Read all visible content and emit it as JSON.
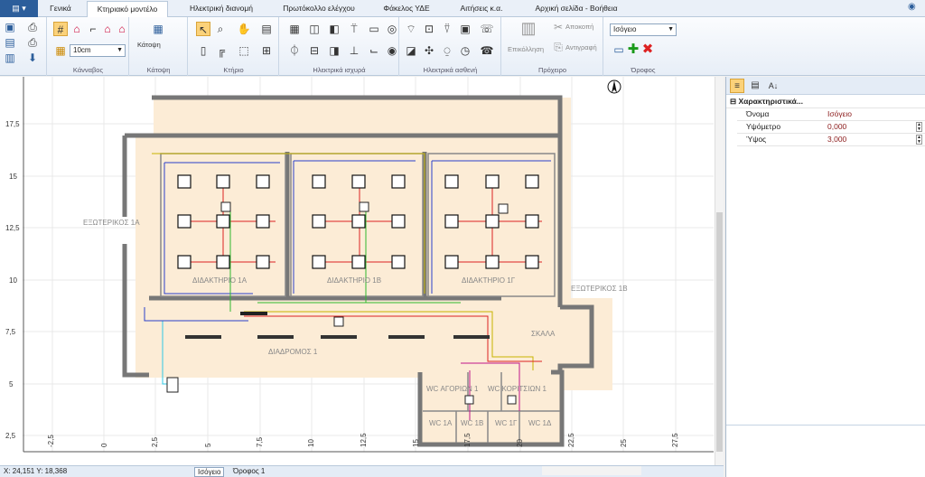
{
  "menubar": {
    "tabs": [
      "Γενικά",
      "Κτηριακό μοντέλο",
      "Ηλεκτρική διανομή",
      "Πρωτόκολλο ελέγχου",
      "Φάκελος ΥΔΕ",
      "Αιτήσεις κ.α.",
      "Αρχική σελίδα - Βοήθεια"
    ],
    "active_tab": "Κτηριακό μοντέλο"
  },
  "ribbon": {
    "canvas_group": "Κάνναβος",
    "grid_size": "10cm",
    "floorplan_label": "Κάτοψη",
    "floorplan_group": "Κάτοψη",
    "building_group": "Κτήριο",
    "power_group": "Ηλεκτρικά ισχυρά",
    "weak_group": "Ηλεκτρικά ασθενή",
    "clipboard_group": "Πρόχειρο",
    "paste_label": "Επικόλληση",
    "cut_label": "Αποκοπή",
    "copy_label": "Αντιγραφή",
    "floor_group": "Όροφος",
    "floor_select": "Ισόγειο"
  },
  "drawing": {
    "y_ticks": [
      "17,5",
      "15",
      "12,5",
      "10",
      "7,5",
      "5",
      "2,5"
    ],
    "x_ticks": [
      "-2,5",
      "0",
      "2,5",
      "5",
      "7,5",
      "10",
      "12,5",
      "15",
      "17,5",
      "20",
      "22,5",
      "25",
      "27,5"
    ],
    "rooms": {
      "ext_1a": "ΕΞΩΤΕΡΙΚΟΣ 1Α",
      "ext_1b": "ΕΞΩΤΕΡΙΚΟΣ 1Β",
      "lab_1a": "ΔΙΔΑΚΤΗΡΙΟ 1Α",
      "lab_1b": "ΔΙΔΑΚΤΗΡΙΟ 1Β",
      "lab_1g": "ΔΙΔΑΚΤΗΡΙΟ 1Γ",
      "corridor": "ΔΙΑΔΡΟΜΟΣ 1",
      "stairs": "ΣΚΑΛΑ",
      "wc_boys": "WC ΑΓΟΡΙΩΝ 1",
      "wc_girls": "WC ΚΟΡΙΤΣΙΩΝ 1",
      "wc_1a": "WC 1Α",
      "wc_1b": "WC 1Β",
      "wc_1g": "WC 1Γ",
      "wc_1d": "WC 1Δ"
    }
  },
  "properties": {
    "section": "Χαρακτηριστικά...",
    "rows": [
      {
        "key": "Όνομα",
        "value": "Ισόγειο"
      },
      {
        "key": "Υψόμετρο",
        "value": "0,000"
      },
      {
        "key": "Ύψος",
        "value": "3,000"
      }
    ]
  },
  "status": {
    "coords": "X: 24,151 Y: 18,368",
    "floors": [
      "Ισόγειο",
      "Όροφος 1"
    ]
  }
}
